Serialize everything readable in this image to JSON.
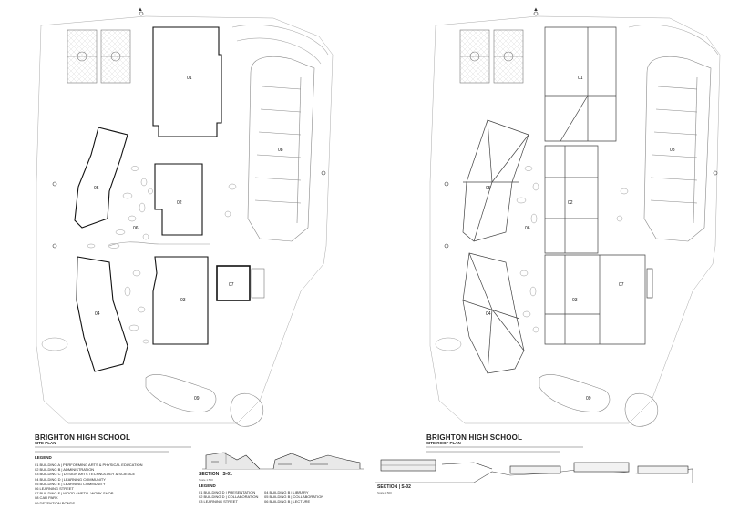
{
  "school_name": "BRIGHTON HIGH SCHOOL",
  "left_sheet": {
    "plan_title": "SITE PLAN",
    "legend_title": "LEGEND",
    "legend": [
      "01    BUILDING A | PERFORMING ARTS & PHYSICAL EDUCATION",
      "02    BUILDING B | ADMINISTRATION",
      "03    BUILDING C | DESIGN ARTS TECHNOLOGY & SCIENCE",
      "04    BUILDING D | LEARNING COMMUNITY",
      "05    BUILDING E | LEARNING COMMUNITY",
      "06    LEARNING STREET",
      "07    BUILDING F | WOOD / METAL WORK SHOP",
      "08    CAR PARK",
      "09    DETENTION PONDS"
    ],
    "section_title": "SECTION | S-01",
    "section_legend_title": "LEGEND",
    "section_legend_col1": [
      "01    BUILDING D | PRESENTATION",
      "02    BUILDING D | COLLABORATION",
      "03    LEARNING STREET"
    ],
    "section_legend_col2": [
      "04    BUILDING B | LIBRARY",
      "05    BUILDING B | COLLABORATION",
      "06    BUILDING B | LECTURE"
    ],
    "labels": [
      "01",
      "02",
      "03",
      "04",
      "05",
      "06",
      "07",
      "08",
      "09"
    ]
  },
  "right_sheet": {
    "plan_title": "SITE ROOF PLAN",
    "section_title": "SECTION | S-02",
    "labels": [
      "01",
      "02",
      "03",
      "04",
      "05",
      "06",
      "07",
      "08",
      "09"
    ]
  },
  "scale_text": "Scale 1:500",
  "icons": [
    "north-arrow-icon"
  ]
}
